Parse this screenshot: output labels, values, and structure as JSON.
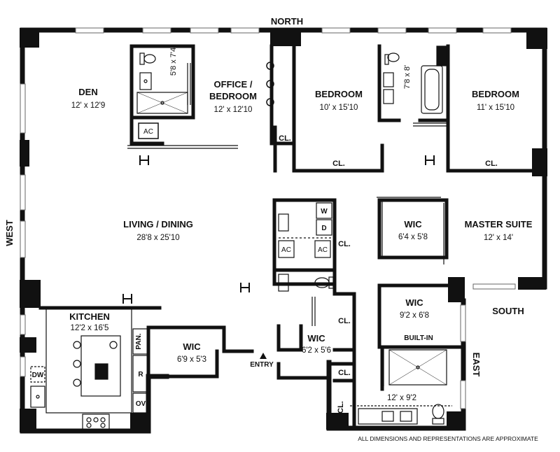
{
  "compass": {
    "north": "NORTH",
    "south": "SOUTH",
    "east": "EAST",
    "west": "WEST"
  },
  "rooms": {
    "den": {
      "name": "DEN",
      "dims": "12' x 12'9"
    },
    "office": {
      "name_line1": "OFFICE /",
      "name_line2": "BEDROOM",
      "dims": "12' x 12'10"
    },
    "bedroom1": {
      "name": "BEDROOM",
      "dims": "10' x 15'10"
    },
    "bedroom2": {
      "name": "BEDROOM",
      "dims": "11' x 15'10"
    },
    "living": {
      "name": "LIVING / DINING",
      "dims": "28'8 x 25'10"
    },
    "wic_master": {
      "name": "WIC",
      "dims": "6'4 x 5'8"
    },
    "master_suite": {
      "name": "MASTER SUITE",
      "dims": "12' x 14'"
    },
    "kitchen": {
      "name": "KITCHEN",
      "dims": "12'2 x 16'5"
    },
    "wic_kitchen": {
      "name": "WIC",
      "dims": "6'9 x 5'3"
    },
    "wic_entry": {
      "name": "WIC",
      "dims": "6'2 x 5'6"
    },
    "wic_south": {
      "name": "WIC",
      "dims": "9'2 x 6'8"
    },
    "master_bath": {
      "dims": "12' x 9'2"
    },
    "bath1": {
      "dims": "5'8 x 7'4"
    },
    "bath2": {
      "dims": "7'8 x 8'"
    }
  },
  "labels": {
    "closet": "CL.",
    "ac": "AC",
    "washer": "W",
    "dryer": "D",
    "pantry": "PAN.",
    "refrigerator": "R",
    "oven": "OV",
    "dishwasher": "DW",
    "built_in": "BUILT-IN",
    "entry": "ENTRY"
  },
  "disclaimer": "ALL DIMENSIONS AND REPRESENTATIONS ARE APPROXIMATE"
}
